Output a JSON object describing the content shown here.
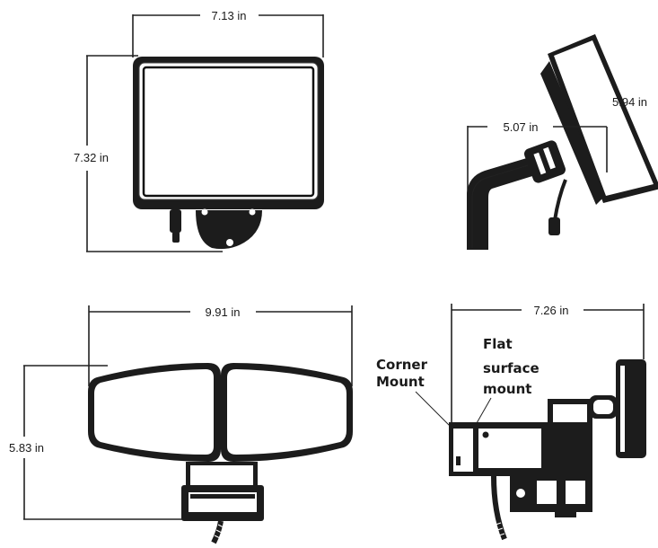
{
  "dimensions": {
    "top_front_width": "7.13 in",
    "top_front_height": "7.32 in",
    "side_depth": "5.07 in",
    "side_panel": "5.94 in",
    "double_width": "9.91 in",
    "double_height": "5.83 in",
    "mount_depth": "7.26 in"
  },
  "labels": {
    "corner_mount": [
      "Corner",
      "Mount"
    ],
    "flat_mount": [
      "Flat",
      "surface",
      "mount"
    ]
  },
  "colors": {
    "line": "#222222",
    "body": "#1c1c1c",
    "background": "#ffffff"
  }
}
